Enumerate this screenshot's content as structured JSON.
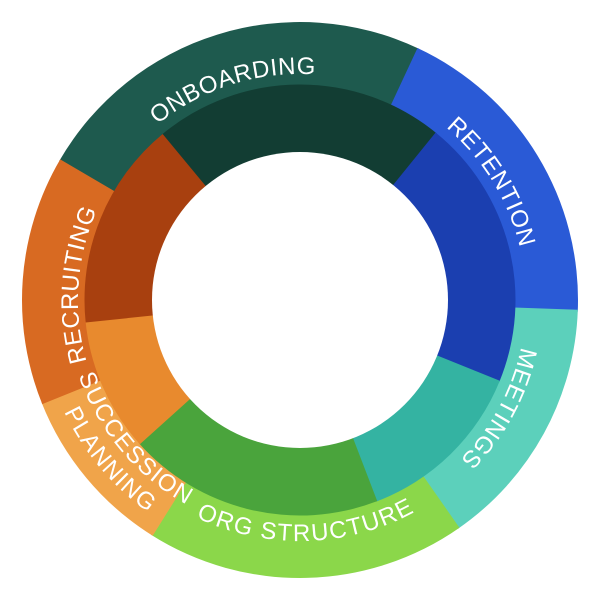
{
  "diagram": {
    "segments": [
      {
        "id": "onboarding",
        "label": "ONBOARDING",
        "colors": {
          "outer": "#1e5a4e",
          "inner": "#123d33"
        }
      },
      {
        "id": "retention",
        "label": "RETENTION",
        "colors": {
          "outer": "#2a5ad6",
          "inner": "#1b3fb0"
        }
      },
      {
        "id": "meetings",
        "label": "MEETINGS",
        "colors": {
          "outer": "#5cd0bb",
          "inner": "#34b3a2"
        }
      },
      {
        "id": "org-structure",
        "label": "ORG STRUCTURE",
        "colors": {
          "outer": "#8bd74a",
          "inner": "#4aa43c"
        }
      },
      {
        "id": "succession-planning",
        "label": "SUCCESSION PLANNING",
        "label_lines": [
          "SUCCESSION",
          "PLANNING"
        ],
        "colors": {
          "outer": "#f0a44a",
          "inner": "#e88a2e"
        }
      },
      {
        "id": "recruiting",
        "label": "RECRUITING",
        "colors": {
          "outer": "#d86a22",
          "inner": "#a8400f"
        }
      }
    ],
    "center_color": "#ffffff"
  }
}
